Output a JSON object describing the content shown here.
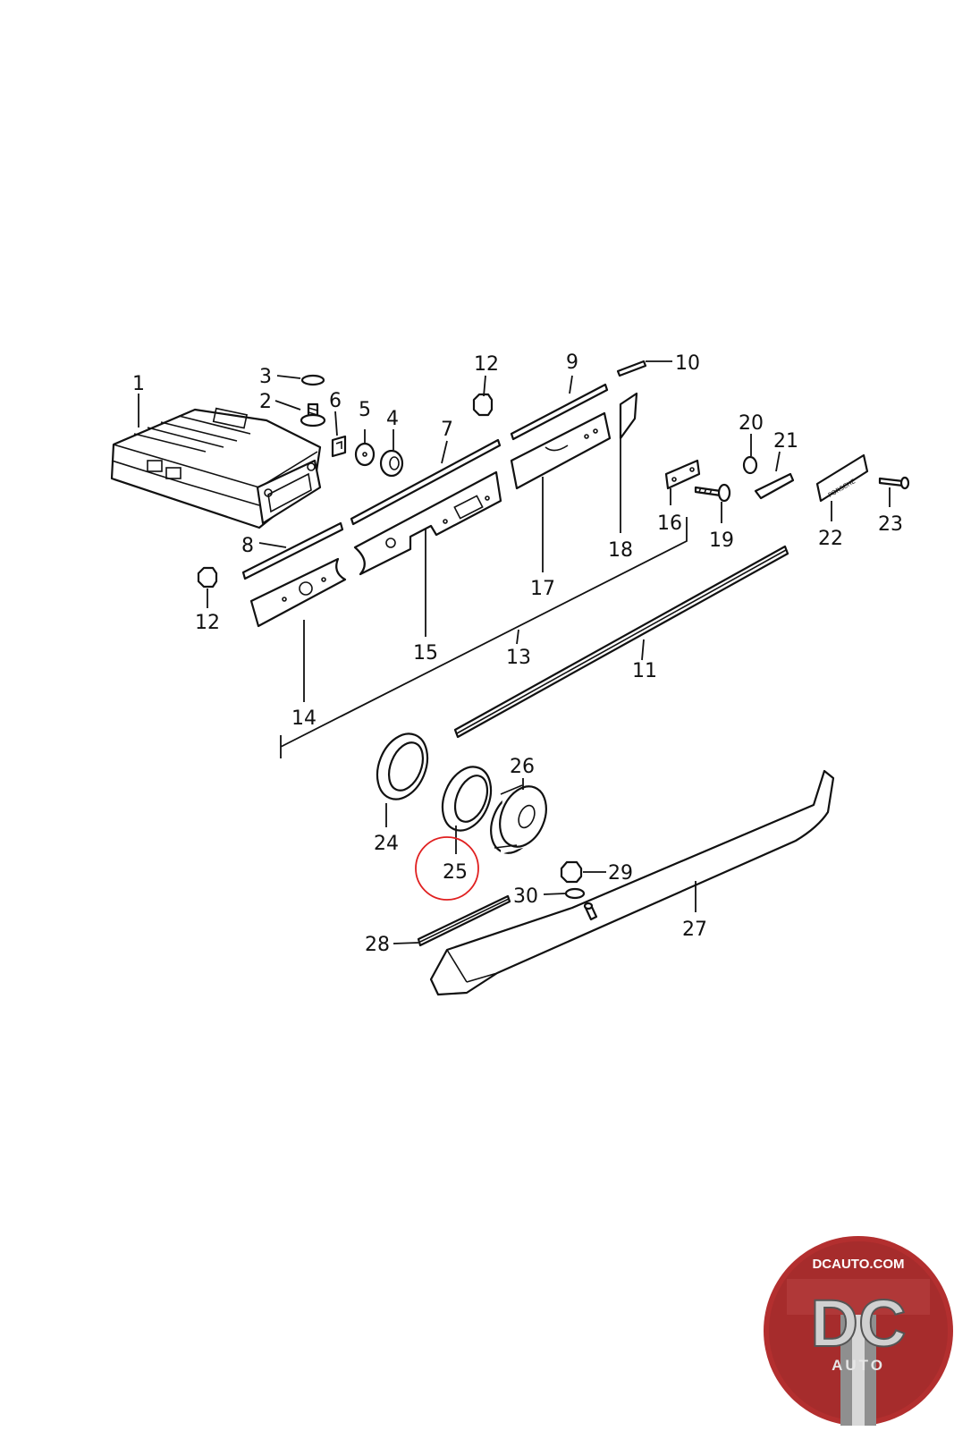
{
  "diagram": {
    "callouts": {
      "c1": "1",
      "c2": "2",
      "c3": "3",
      "c4": "4",
      "c5": "5",
      "c6": "6",
      "c7": "7",
      "c8": "8",
      "c9": "9",
      "c10": "10",
      "c11": "11",
      "c12a": "12",
      "c12b": "12",
      "c13": "13",
      "c14": "14",
      "c15": "15",
      "c16": "16",
      "c17": "17",
      "c18": "18",
      "c19": "19",
      "c20": "20",
      "c21": "21",
      "c22": "22",
      "c23": "23",
      "c24": "24",
      "c25": "25",
      "c26": "26",
      "c27": "27",
      "c28": "28",
      "c29": "29",
      "c30": "30"
    },
    "emblem_text": "PORSCHE",
    "highlighted_part": "25",
    "colors": {
      "line": "#111111",
      "highlight": "#e02020",
      "badge_red": "#b32f2f",
      "badge_gray": "#8a8a8a"
    }
  },
  "badge": {
    "domain_text": "DCAUTO.COM",
    "logo": "DC",
    "sub": "AUTO"
  }
}
